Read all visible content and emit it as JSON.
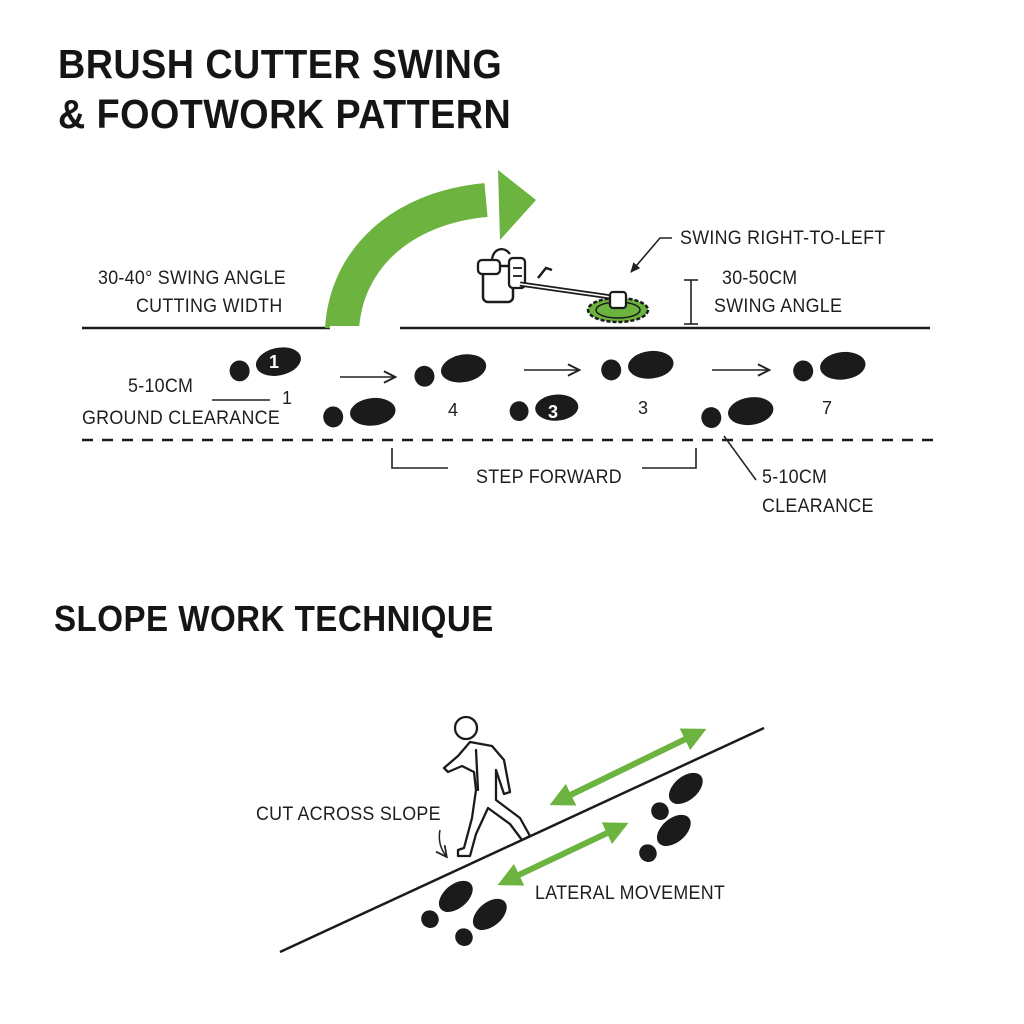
{
  "titles": {
    "line1": "BRUSH CUTTER SWING",
    "line2": "& FOOTWORK PATTERN",
    "slope": "SLOPE WORK TECHNIQUE"
  },
  "labels": {
    "swing_angle_line1": "30-40° SWING ANGLE",
    "swing_angle_line2": "CUTTING WIDTH",
    "swing_direction": "SWING RIGHT-TO-LEFT",
    "height_line1": "30-50CM",
    "height_line2": "SWING ANGLE",
    "ground_line1": "5-10CM",
    "ground_line2": "GROUND CLEARANCE",
    "step_forward": "STEP FORWARD",
    "clearance_line1": "5-10CM",
    "clearance_line2": "CLEARANCE",
    "cut_across": "CUT ACROSS SLOPE",
    "lateral": "LATERAL MOVEMENT"
  },
  "footstep_numbers": {
    "badge_a": "1",
    "badge_b": "3",
    "n1": "1",
    "n2": "4",
    "n3": "3",
    "n4": "7"
  },
  "colors": {
    "accent_green": "#6cb33f",
    "ink": "#1b1b1b",
    "background": "#ffffff"
  },
  "icons": {
    "swing_arrow": "curved-arrow-icon",
    "trimmer": "brush-cutter-icon",
    "footprint": "footprint-icon",
    "person": "walking-person-icon",
    "double_arrow": "double-arrow-icon"
  }
}
